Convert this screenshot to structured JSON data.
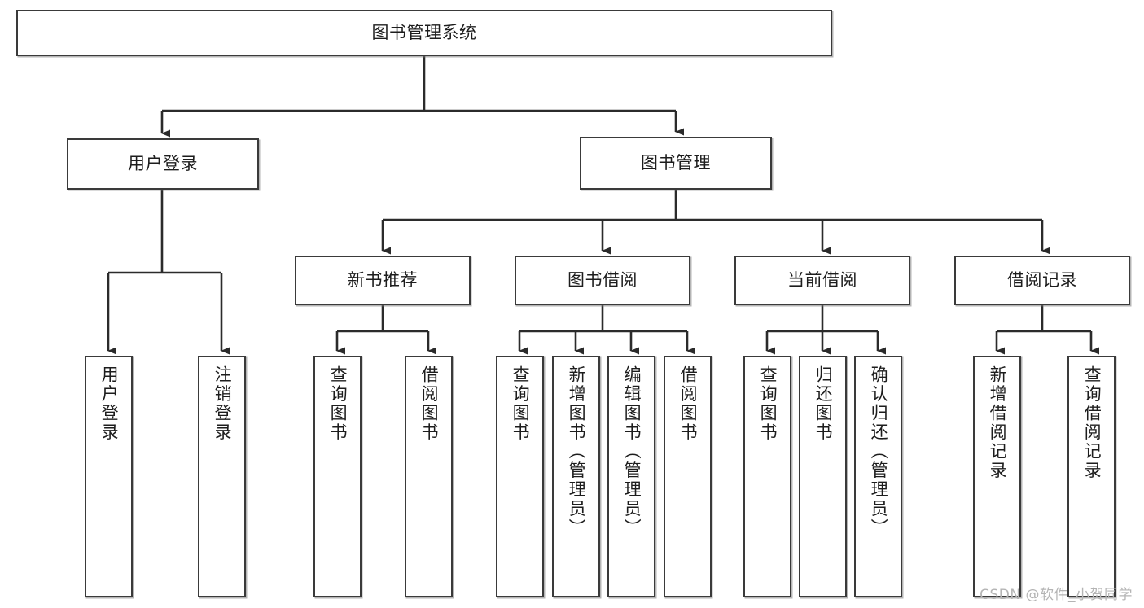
{
  "diagram": {
    "type": "tree",
    "title": "图书管理系统",
    "watermark": "CSDN @软件_小贺同学",
    "colors": {
      "box_border": "#3a3a3a",
      "box_fill": "#ffffff",
      "edge": "#2b2b2b",
      "text": "#1d1d1d",
      "watermark": "#b4b4b4",
      "background": "#ffffff"
    },
    "nodes": {
      "root": {
        "label": "图书管理系统"
      },
      "level2": [
        {
          "id": "user-login",
          "label": "用户登录"
        },
        {
          "id": "book-manage",
          "label": "图书管理"
        }
      ],
      "level3": [
        {
          "id": "new-book-recommend",
          "label": "新书推荐"
        },
        {
          "id": "book-borrow",
          "label": "图书借阅"
        },
        {
          "id": "current-borrow",
          "label": "当前借阅"
        },
        {
          "id": "borrow-record",
          "label": "借阅记录"
        }
      ],
      "leaves": {
        "user_login": [
          {
            "id": "leaf-user-login",
            "label": "用户登录"
          },
          {
            "id": "leaf-logout-login",
            "label": "注销登录"
          }
        ],
        "new_book_recommend": [
          {
            "id": "leaf-query-book-1",
            "label": "查询图书"
          },
          {
            "id": "leaf-borrow-book-1",
            "label": "借阅图书"
          }
        ],
        "book_borrow": [
          {
            "id": "leaf-query-book-2",
            "label": "查询图书"
          },
          {
            "id": "leaf-add-book",
            "label": "新增图书（管理员）"
          },
          {
            "id": "leaf-edit-book",
            "label": "编辑图书（管理员）"
          },
          {
            "id": "leaf-borrow-book-2",
            "label": "借阅图书"
          }
        ],
        "current_borrow": [
          {
            "id": "leaf-query-book-3",
            "label": "查询图书"
          },
          {
            "id": "leaf-return-book",
            "label": "归还图书"
          },
          {
            "id": "leaf-confirm-return",
            "label": "确认归还（管理员）"
          }
        ],
        "borrow_record": [
          {
            "id": "leaf-add-record",
            "label": "新增借阅记录"
          },
          {
            "id": "leaf-query-record",
            "label": "查询借阅记录"
          }
        ]
      }
    }
  }
}
